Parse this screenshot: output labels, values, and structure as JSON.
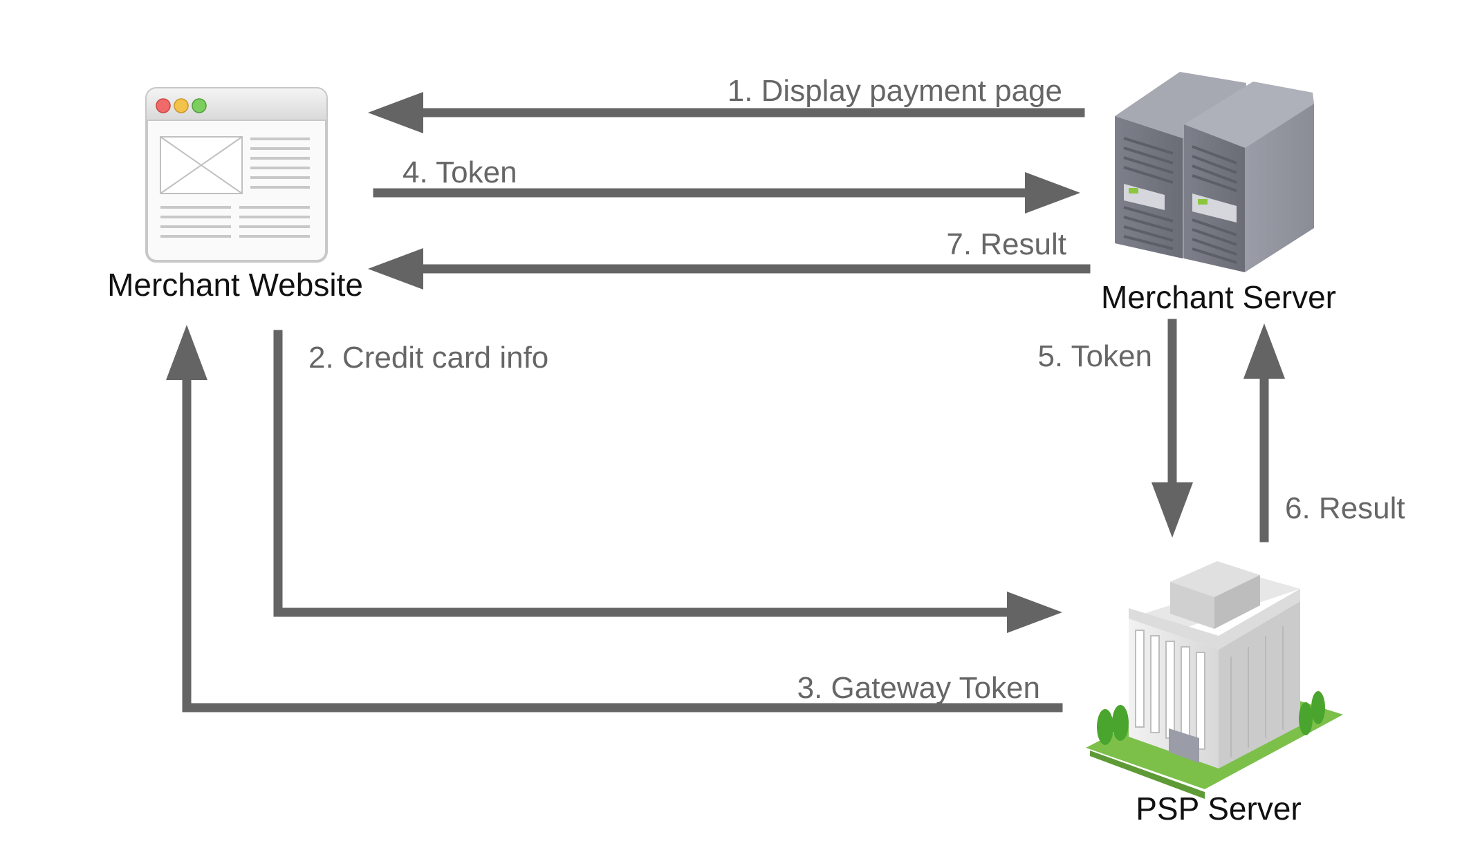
{
  "nodes": {
    "merchant_website": "Merchant Website",
    "merchant_server": "Merchant Server",
    "psp_server": "PSP Server"
  },
  "steps": {
    "s1": "1. Display payment page",
    "s2": "2. Credit card info",
    "s3": "3. Gateway Token",
    "s4": "4. Token",
    "s5": "5. Token",
    "s6": "6. Result",
    "s7": "7. Result"
  },
  "colors": {
    "arrow": "#646464",
    "label": "#666666",
    "node_text": "#111111"
  },
  "icons": {
    "merchant_website": "browser-window-icon",
    "merchant_server": "server-rack-icon",
    "psp_server": "office-building-icon"
  }
}
